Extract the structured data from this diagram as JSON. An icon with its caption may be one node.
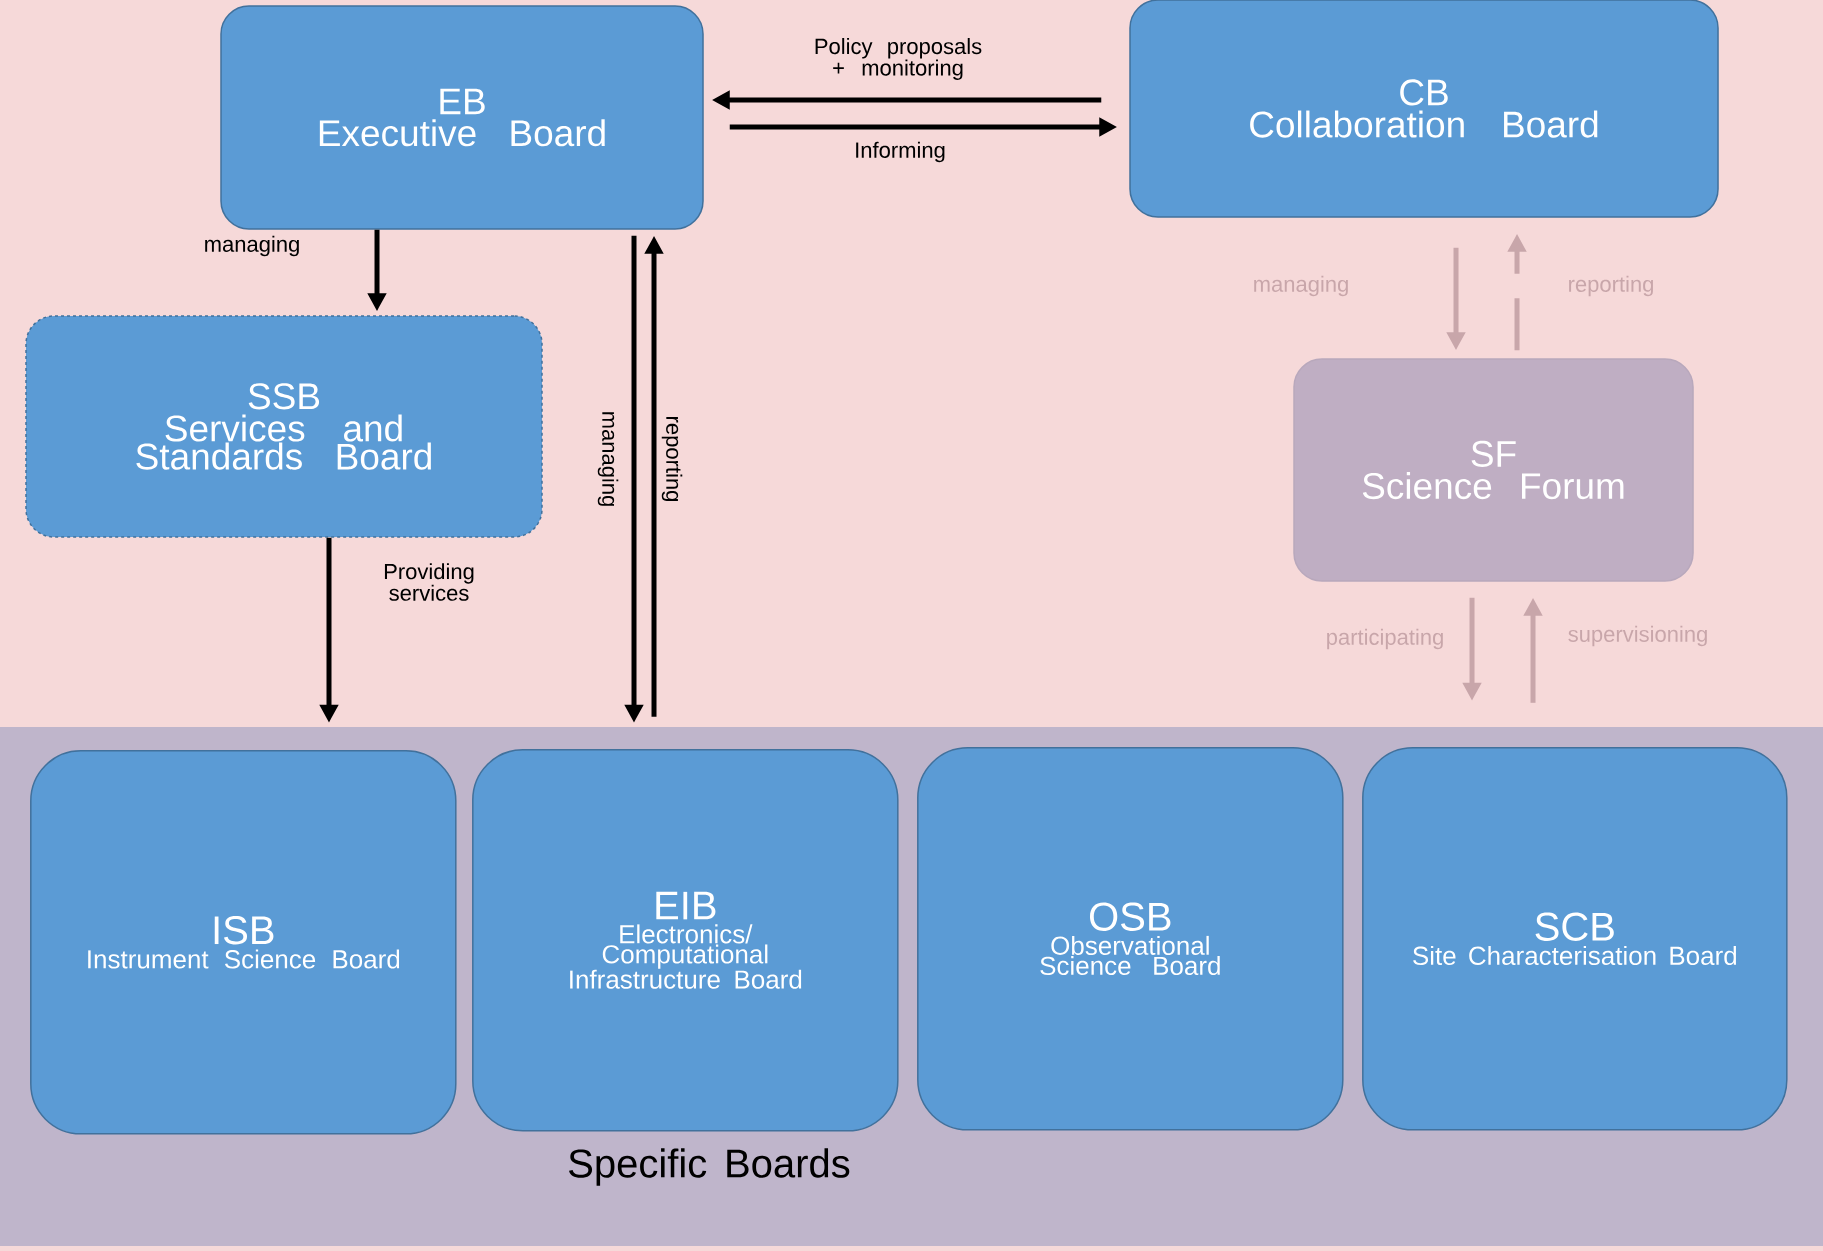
{
  "diagram": {
    "nodes": [
      {
        "text": [
          "EB",
          "Executive Board"
        ]
      },
      {
        "text": [
          "CB",
          "Collaboration Board"
        ]
      },
      {
        "text": [
          "SSB",
          "Services and Standards Board"
        ]
      },
      {
        "text": [
          "SF",
          "Science Forum"
        ]
      },
      {
        "text": [
          "Specific Boards"
        ]
      },
      {
        "text": [
          "ISB",
          "Instrument Science Board"
        ],
        "in": 4
      },
      {
        "text": [
          "EIB",
          "Electronics/ Computational Infrastructure Board"
        ],
        "in": 4
      },
      {
        "text": [
          "OSB",
          "Observational Science Board"
        ],
        "in": 4
      },
      {
        "text": [
          "SCB",
          "Site Characterisation Board"
        ],
        "in": 4
      }
    ],
    "edges": [
      {
        "from": 1,
        "to": 0,
        "arrow": "to",
        "label": "Policy proposals + monitoring"
      },
      {
        "from": 0,
        "to": 1,
        "arrow": "to",
        "label": "Informing"
      },
      {
        "from": 0,
        "to": 2,
        "arrow": "to",
        "label": "managing"
      },
      {
        "from": 2,
        "to": 4,
        "arrow": "to",
        "label": "Providing services"
      },
      {
        "from": 0,
        "to": 4,
        "arrow": "to",
        "label": "managing"
      },
      {
        "from": 4,
        "to": 0,
        "arrow": "to",
        "label": "reporting"
      },
      {
        "from": 1,
        "to": 3,
        "arrow": "to",
        "label": "managing",
        "color": "#c8a6aa"
      },
      {
        "from": 3,
        "to": 1,
        "arrow": "to",
        "label": "reporting",
        "color": "#c8a6aa"
      },
      {
        "from": 3,
        "to": 4,
        "arrow": "to",
        "label": "participating",
        "color": "#c8a6aa"
      },
      {
        "from": 4,
        "to": 3,
        "arrow": "to",
        "label": "supervisioning",
        "color": "#c8a6aa"
      }
    ]
  }
}
